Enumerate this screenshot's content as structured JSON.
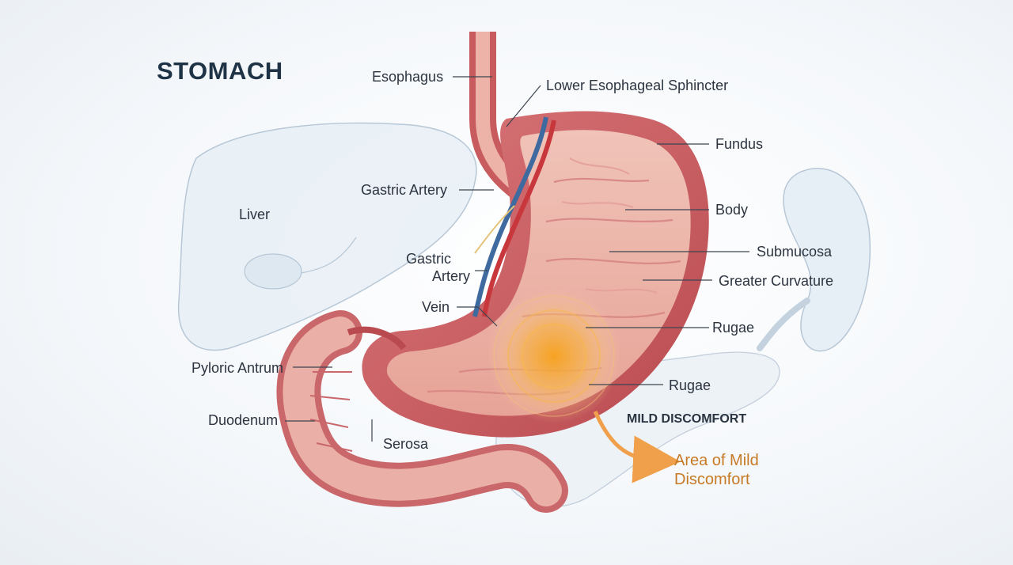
{
  "title": "STOMACH",
  "labels": {
    "esophagus": "Esophagus",
    "les": "Lower Esophageal Sphincter",
    "fundus": "Fundus",
    "gastric_artery_1": "Gastric Artery",
    "body": "Body",
    "liver": "Liver",
    "submucosa": "Submucosa",
    "gastric_artery_2_line1": "Gastric",
    "gastric_artery_2_line2": "Artery",
    "greater_curvature": "Greater Curvature",
    "vein": "Vein",
    "rugae_1": "Rugae",
    "pyloric_antrum": "Pyloric Antrum",
    "rugae_2": "Rugae",
    "mild_discomfort": "MILD DISCOMFORT",
    "duodenum": "Duodenum",
    "area_line1": "Area of Mild",
    "area_line2": "Discomfort",
    "serosa": "Serosa"
  },
  "colors": {
    "title": "#1f3347",
    "stomach_wall": "#c75b5e",
    "stomach_inner": "#eeb3a8",
    "artery": "#c8373c",
    "vein": "#3f6aa0",
    "discomfort": "#f2a12f",
    "area_text": "#c77a25"
  }
}
